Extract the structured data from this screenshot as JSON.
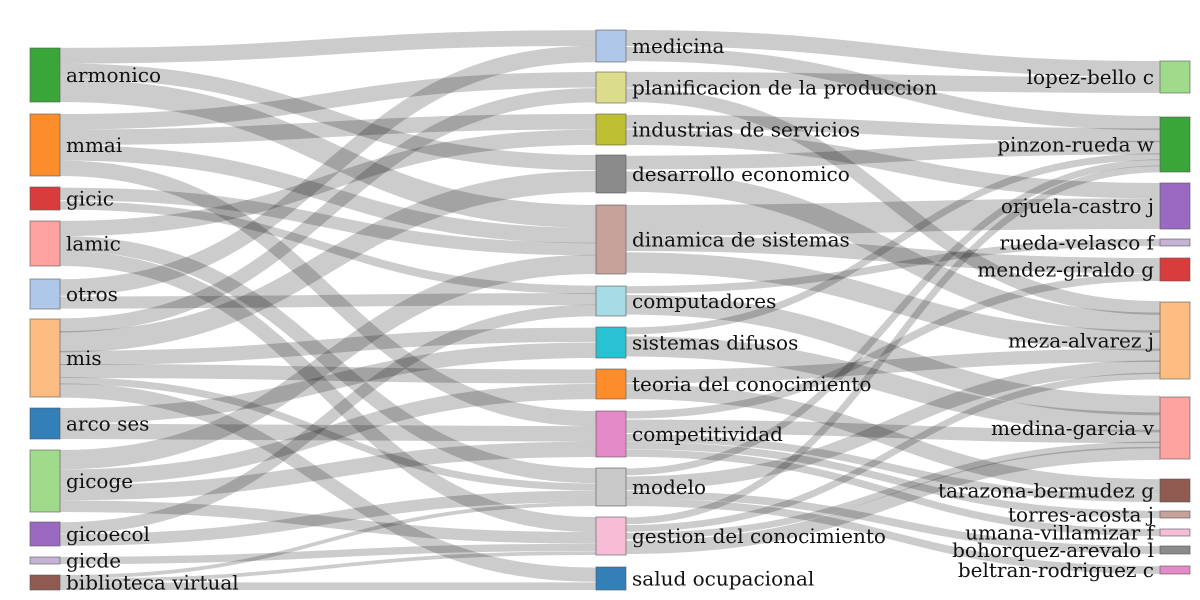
{
  "chart_data": {
    "type": "sankey",
    "columns": [
      {
        "nodes": [
          {
            "id": "armonico",
            "label": "armonico",
            "value": 14,
            "color": "#3aa63a"
          },
          {
            "id": "mmai",
            "label": "mmai",
            "value": 16,
            "color": "#fd8c2b"
          },
          {
            "id": "gicic",
            "label": "gicic",
            "value": 5,
            "color": "#d93c3c"
          },
          {
            "id": "lamic",
            "label": "lamic",
            "value": 12,
            "color": "#fea3a0"
          },
          {
            "id": "otros",
            "label": "otros",
            "value": 7,
            "color": "#afc7e8"
          },
          {
            "id": "mis",
            "label": "mis",
            "value": 20,
            "color": "#fdbd82"
          },
          {
            "id": "arcoses",
            "label": "arco ses",
            "value": 8,
            "color": "#3380b9"
          },
          {
            "id": "gicoge",
            "label": "gicoge",
            "value": 16,
            "color": "#9fdb8a"
          },
          {
            "id": "gicoecol",
            "label": "gicoecol",
            "value": 6,
            "color": "#9a6ac2"
          },
          {
            "id": "gicde",
            "label": "gicde",
            "value": 2,
            "color": "#c5b3d6"
          },
          {
            "id": "biblioteca",
            "label": "biblioteca virtual",
            "value": 4,
            "color": "#8f5b50"
          }
        ]
      },
      {
        "nodes": [
          {
            "id": "medicina",
            "label": "medicina",
            "value": 8,
            "color": "#afc7e8"
          },
          {
            "id": "planificacion",
            "label": "planificacion de la produccion",
            "value": 8,
            "color": "#dcdd8c"
          },
          {
            "id": "industrias",
            "label": "industrias de servicios",
            "value": 8,
            "color": "#bfbf33"
          },
          {
            "id": "desarrollo",
            "label": "desarrollo economico",
            "value": 10,
            "color": "#8b8b8b"
          },
          {
            "id": "dinamica",
            "label": "dinamica de sistemas",
            "value": 18,
            "color": "#c6a29a"
          },
          {
            "id": "computadores",
            "label": "computadores",
            "value": 8,
            "color": "#a6dce6"
          },
          {
            "id": "difusos",
            "label": "sistemas difusos",
            "value": 8,
            "color": "#28c2d2"
          },
          {
            "id": "teoria",
            "label": "teoria del conocimiento",
            "value": 8,
            "color": "#fd8c2b"
          },
          {
            "id": "competitividad",
            "label": "competitividad",
            "value": 12,
            "color": "#e58ac8"
          },
          {
            "id": "modelo",
            "label": "modelo",
            "value": 10,
            "color": "#c9c9c9"
          },
          {
            "id": "gestion",
            "label": "gestion del conocimiento",
            "value": 10,
            "color": "#f7bcd6"
          },
          {
            "id": "salud",
            "label": "salud ocupacional",
            "value": 6,
            "color": "#3380b9"
          }
        ]
      },
      {
        "nodes": [
          {
            "id": "lopez",
            "label": "lopez-bello c",
            "value": 8,
            "color": "#9fdb8a"
          },
          {
            "id": "pinzon",
            "label": "pinzon-rueda w",
            "value": 14,
            "color": "#3aa63a"
          },
          {
            "id": "orjuela",
            "label": "orjuela-castro j",
            "value": 12,
            "color": "#9a6ac2"
          },
          {
            "id": "rueda",
            "label": "rueda-velasco f",
            "value": 2,
            "color": "#c5b3d6"
          },
          {
            "id": "mendez",
            "label": "mendez-giraldo g",
            "value": 6,
            "color": "#d93c3c"
          },
          {
            "id": "meza",
            "label": "meza-alvarez j",
            "value": 20,
            "color": "#fdbd82"
          },
          {
            "id": "medina",
            "label": "medina-garcia v",
            "value": 16,
            "color": "#fea3a0"
          },
          {
            "id": "tarazona",
            "label": "tarazona-bermudez g",
            "value": 6,
            "color": "#8f5b50"
          },
          {
            "id": "torres",
            "label": "torres-acosta j",
            "value": 2,
            "color": "#c6a29a"
          },
          {
            "id": "umana",
            "label": "umana-villamizar f",
            "value": 2,
            "color": "#f7bcd6"
          },
          {
            "id": "bohorquez",
            "label": "bohorquez-arevalo l",
            "value": 2,
            "color": "#8b8b8b"
          },
          {
            "id": "beltran",
            "label": "beltran-rodriguez c",
            "value": 2,
            "color": "#e58ac8"
          }
        ]
      }
    ],
    "links": [
      {
        "source": "armonico",
        "target": "medicina",
        "value": 4
      },
      {
        "source": "armonico",
        "target": "desarrollo",
        "value": 4
      },
      {
        "source": "armonico",
        "target": "dinamica",
        "value": 6
      },
      {
        "source": "mmai",
        "target": "planificacion",
        "value": 4
      },
      {
        "source": "mmai",
        "target": "industrias",
        "value": 4
      },
      {
        "source": "mmai",
        "target": "dinamica",
        "value": 4
      },
      {
        "source": "mmai",
        "target": "competitividad",
        "value": 4
      },
      {
        "source": "gicic",
        "target": "dinamica",
        "value": 3
      },
      {
        "source": "gicic",
        "target": "computadores",
        "value": 2
      },
      {
        "source": "lamic",
        "target": "industrias",
        "value": 4
      },
      {
        "source": "lamic",
        "target": "modelo",
        "value": 4
      },
      {
        "source": "lamic",
        "target": "gestion",
        "value": 4
      },
      {
        "source": "otros",
        "target": "medicina",
        "value": 4
      },
      {
        "source": "otros",
        "target": "computadores",
        "value": 3
      },
      {
        "source": "mis",
        "target": "planificacion",
        "value": 4
      },
      {
        "source": "mis",
        "target": "desarrollo",
        "value": 6
      },
      {
        "source": "mis",
        "target": "difusos",
        "value": 4
      },
      {
        "source": "mis",
        "target": "teoria",
        "value": 4
      },
      {
        "source": "mis",
        "target": "modelo",
        "value": 2
      },
      {
        "source": "arcoses",
        "target": "difusos",
        "value": 4
      },
      {
        "source": "arcoses",
        "target": "competitividad",
        "value": 4
      },
      {
        "source": "gicoge",
        "target": "dinamica",
        "value": 5
      },
      {
        "source": "gicoge",
        "target": "teoria",
        "value": 4
      },
      {
        "source": "gicoge",
        "target": "competitividad",
        "value": 4
      },
      {
        "source": "gicoge",
        "target": "gestion",
        "value": 3
      },
      {
        "source": "gicoecol",
        "target": "computadores",
        "value": 3
      },
      {
        "source": "gicoecol",
        "target": "modelo",
        "value": 3
      },
      {
        "source": "gicde",
        "target": "gestion",
        "value": 2
      },
      {
        "source": "biblioteca",
        "target": "modelo",
        "value": 1
      },
      {
        "source": "biblioteca",
        "target": "gestion",
        "value": 1
      },
      {
        "source": "biblioteca",
        "target": "salud",
        "value": 2
      },
      {
        "source": "gicoecol",
        "target": "salud",
        "value": 0
      },
      {
        "source": "mis",
        "target": "salud",
        "value": 4
      },
      {
        "source": "medicina",
        "target": "lopez",
        "value": 4
      },
      {
        "source": "medicina",
        "target": "pinzon",
        "value": 4
      },
      {
        "source": "planificacion",
        "target": "lopez",
        "value": 4
      },
      {
        "source": "planificacion",
        "target": "meza",
        "value": 4
      },
      {
        "source": "industrias",
        "target": "pinzon",
        "value": 4
      },
      {
        "source": "industrias",
        "target": "orjuela",
        "value": 4
      },
      {
        "source": "desarrollo",
        "target": "pinzon",
        "value": 4
      },
      {
        "source": "desarrollo",
        "target": "meza",
        "value": 6
      },
      {
        "source": "dinamica",
        "target": "orjuela",
        "value": 8
      },
      {
        "source": "dinamica",
        "target": "mendez",
        "value": 4
      },
      {
        "source": "dinamica",
        "target": "meza",
        "value": 6
      },
      {
        "source": "computadores",
        "target": "rueda",
        "value": 2
      },
      {
        "source": "computadores",
        "target": "medina",
        "value": 6
      },
      {
        "source": "difusos",
        "target": "pinzon",
        "value": 2
      },
      {
        "source": "difusos",
        "target": "medina",
        "value": 6
      },
      {
        "source": "teoria",
        "target": "meza",
        "value": 4
      },
      {
        "source": "teoria",
        "target": "tarazona",
        "value": 4
      },
      {
        "source": "competitividad",
        "target": "medina",
        "value": 4
      },
      {
        "source": "competitividad",
        "target": "mendez",
        "value": 2
      },
      {
        "source": "competitividad",
        "target": "tarazona",
        "value": 2
      },
      {
        "source": "competitividad",
        "target": "torres",
        "value": 2
      },
      {
        "source": "competitividad",
        "target": "umana",
        "value": 2
      },
      {
        "source": "modelo",
        "target": "meza",
        "value": 4
      },
      {
        "source": "modelo",
        "target": "bohorquez",
        "value": 2
      },
      {
        "source": "modelo",
        "target": "beltran",
        "value": 2
      },
      {
        "source": "modelo",
        "target": "pinzon",
        "value": 2
      },
      {
        "source": "gestion",
        "target": "meza",
        "value": 2
      },
      {
        "source": "gestion",
        "target": "medina",
        "value": 2
      },
      {
        "source": "gestion",
        "target": "pinzon",
        "value": 2
      },
      {
        "source": "gestion",
        "target": "orjuela",
        "value": 0
      },
      {
        "source": "gestion",
        "target": "medina",
        "value": 4
      },
      {
        "source": "salud",
        "target": "beltran",
        "value": 0
      },
      {
        "source": "salud",
        "target": "medina",
        "value": 0
      }
    ]
  }
}
